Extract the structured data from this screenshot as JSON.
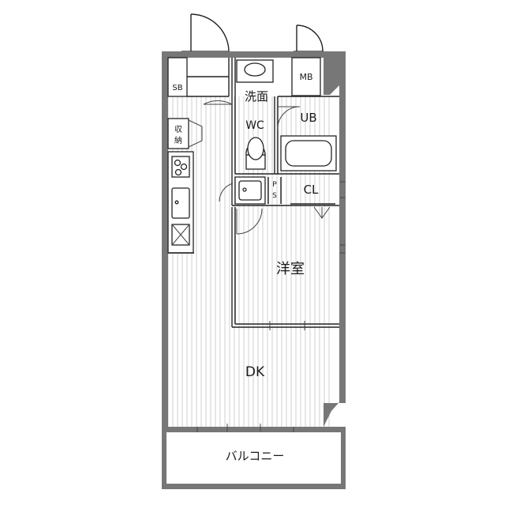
{
  "rooms": {
    "sb": "SB",
    "mb": "MB",
    "washroom": "洗面",
    "wc": "WC",
    "ub": "UB",
    "storage": "収納",
    "ps": "PS",
    "cl": "CL",
    "western_room": "洋室",
    "dk": "DK",
    "balcony": "バルコニー"
  },
  "colors": {
    "wall": "#777777",
    "line": "#222222",
    "floor_stripe": "#cfcfcf"
  }
}
